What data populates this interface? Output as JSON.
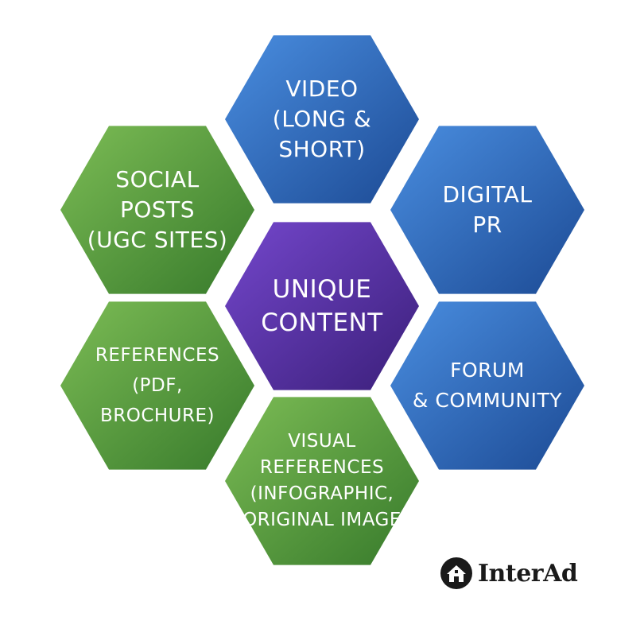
{
  "colors": {
    "blue_light": "#3b7fd0",
    "blue_dark": "#1f4f9a",
    "green_light": "#6fb14c",
    "green_dark": "#3d7f2e",
    "purple_light": "#6a3fc0",
    "purple_dark": "#3f2180"
  },
  "hexagons": [
    {
      "id": "video",
      "color": "blue",
      "lines": [
        "VIDEO",
        "(LONG &",
        "SHORT)"
      ]
    },
    {
      "id": "digital-pr",
      "color": "blue",
      "lines": [
        "DIGITAL",
        "PR"
      ]
    },
    {
      "id": "forum",
      "color": "blue",
      "lines": [
        "FORUM",
        "& COMMUNITY"
      ]
    },
    {
      "id": "visual-references",
      "color": "green",
      "lines": [
        "VISUAL",
        "REFERENCES",
        "(INFOGRAPHIC,",
        "ORIGINAL IMAGE"
      ]
    },
    {
      "id": "references",
      "color": "green",
      "lines": [
        "REFERENCES",
        "(PDF,",
        "BROCHURE)"
      ]
    },
    {
      "id": "social-posts",
      "color": "green",
      "lines": [
        "SOCIAL",
        "POSTS",
        "(UGC SITES)"
      ]
    },
    {
      "id": "unique-content",
      "color": "purple",
      "lines": [
        "UNIQUE",
        "CONTENT"
      ]
    }
  ],
  "logo": {
    "text": "InterAd",
    "icon": "house-icon"
  }
}
